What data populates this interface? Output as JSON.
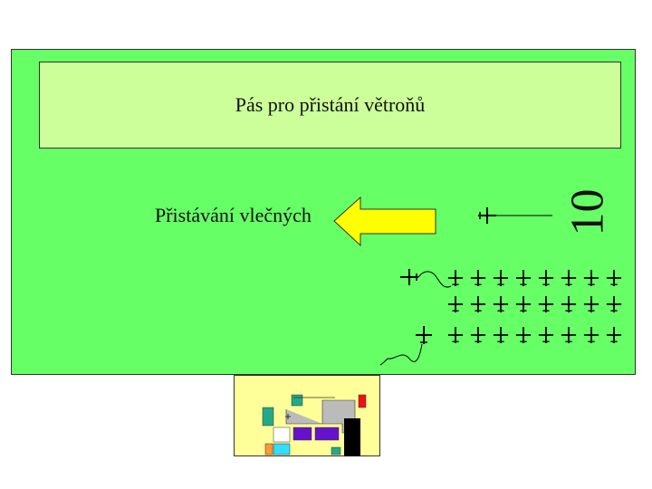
{
  "glider_strip": {
    "label": "Pás pro přistání větroňů"
  },
  "tow_landing": {
    "label": "Přistávání vlečných"
  },
  "runway": {
    "number": "10"
  },
  "colors": {
    "field": "#66ff66",
    "glider_strip": "#ccff99",
    "arrow": "#ffff00",
    "apron": "#ffff99"
  },
  "icons": {
    "landing_direction": "arrow-left-icon",
    "aircraft": "airplane-icon"
  }
}
